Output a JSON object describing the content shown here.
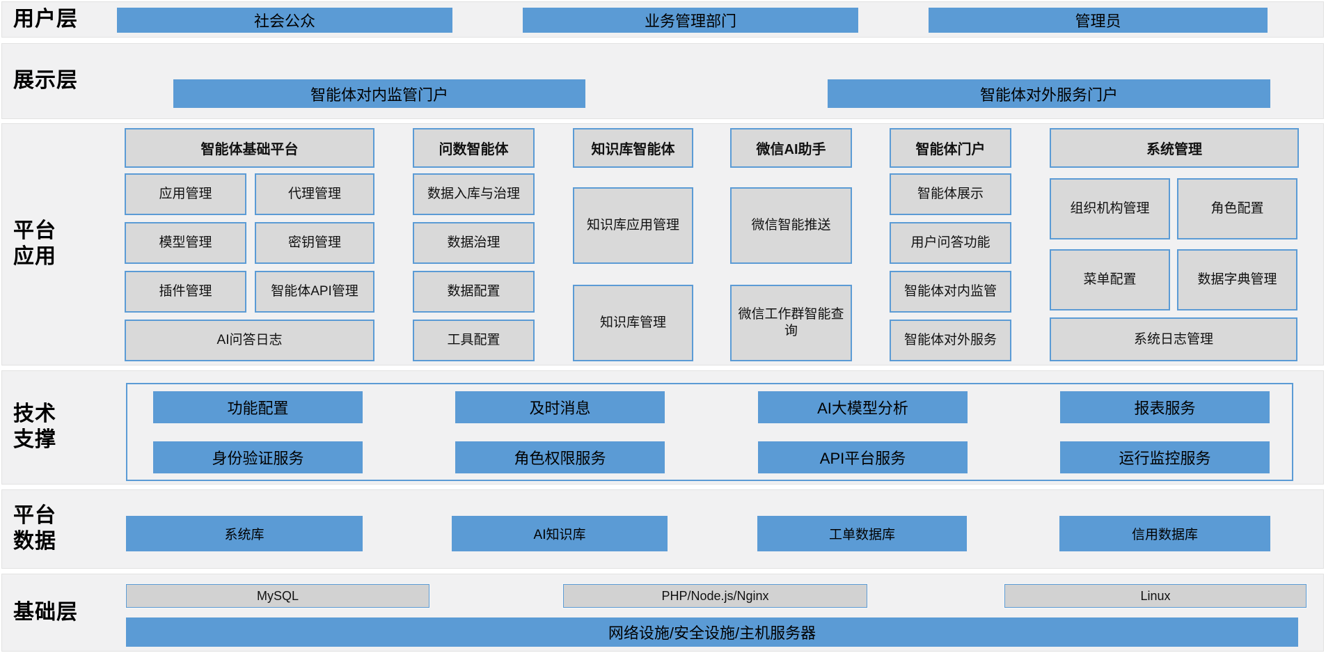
{
  "colors": {
    "accent_blue": "#5b9bd5",
    "box_gray": "#d9d9d9",
    "band_bg": "#f1f1f2"
  },
  "layers": {
    "user": {
      "label": [
        "用户层"
      ],
      "items": [
        "社会公众",
        "业务管理部门",
        "管理员"
      ]
    },
    "display": {
      "label": [
        "展示层"
      ],
      "items": [
        "智能体对内监管门户",
        "智能体对外服务门户"
      ]
    },
    "app": {
      "label": [
        "平台",
        "应用"
      ],
      "columns": [
        {
          "header": "智能体基础平台",
          "cells": [
            "应用管理",
            "代理管理",
            "模型管理",
            "密钥管理",
            "插件管理",
            "智能体API管理"
          ],
          "footer": "AI问答日志"
        },
        {
          "header": "问数智能体",
          "cells": [
            "数据入库与治理",
            "数据治理",
            "数据配置",
            "工具配置"
          ]
        },
        {
          "header": "知识库智能体",
          "cells": [
            "知识库应用管理",
            "知识库管理"
          ]
        },
        {
          "header": "微信AI助手",
          "cells": [
            "微信智能推送",
            "微信工作群智能查询"
          ]
        },
        {
          "header": "智能体门户",
          "cells": [
            "智能体展示",
            "用户问答功能",
            "智能体对内监管",
            "智能体对外服务"
          ]
        },
        {
          "header": "系统管理",
          "cells": [
            "组织机构管理",
            "角色配置",
            "菜单配置",
            "数据字典管理"
          ],
          "footer": "系统日志管理"
        }
      ]
    },
    "tech": {
      "label": [
        "技术",
        "支撑"
      ],
      "buttons": [
        "功能配置",
        "及时消息",
        "AI大模型分析",
        "报表服务",
        "身份验证服务",
        "角色权限服务",
        "API平台服务",
        "运行监控服务"
      ]
    },
    "data": {
      "label": [
        "平台",
        "数据"
      ],
      "items": [
        "系统库",
        "AI知识库",
        "工单数据库",
        "信用数据库"
      ]
    },
    "infra": {
      "label": [
        "基础层"
      ],
      "items": [
        "MySQL",
        "PHP/Node.js/Nginx",
        "Linux"
      ],
      "bar": "网络设施/安全设施/主机服务器"
    }
  }
}
